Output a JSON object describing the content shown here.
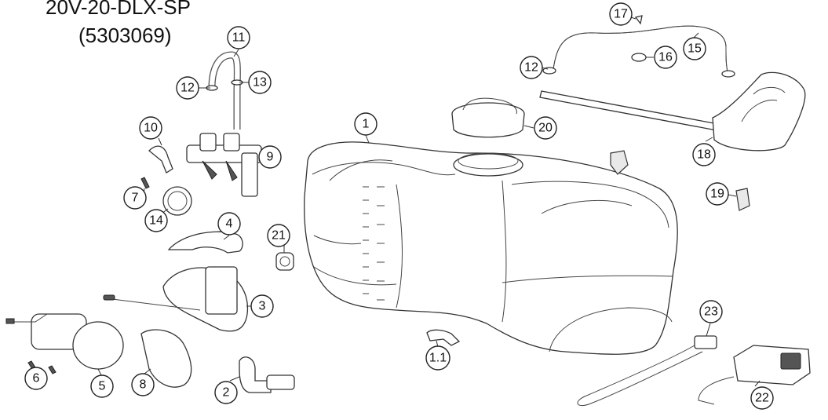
{
  "title": {
    "model": "20V-20-DLX-SP",
    "part_number": "(5303069)"
  },
  "callouts": [
    {
      "id": "c-1",
      "label": "1"
    },
    {
      "id": "c-1-1",
      "label": "1.1"
    },
    {
      "id": "c-2",
      "label": "2"
    },
    {
      "id": "c-3",
      "label": "3"
    },
    {
      "id": "c-4",
      "label": "4"
    },
    {
      "id": "c-5",
      "label": "5"
    },
    {
      "id": "c-6",
      "label": "6"
    },
    {
      "id": "c-7",
      "label": "7"
    },
    {
      "id": "c-8",
      "label": "8"
    },
    {
      "id": "c-9",
      "label": "9"
    },
    {
      "id": "c-10",
      "label": "10"
    },
    {
      "id": "c-11",
      "label": "11"
    },
    {
      "id": "c-12a",
      "label": "12"
    },
    {
      "id": "c-12b",
      "label": "12"
    },
    {
      "id": "c-13",
      "label": "13"
    },
    {
      "id": "c-14",
      "label": "14"
    },
    {
      "id": "c-15",
      "label": "15"
    },
    {
      "id": "c-16",
      "label": "16"
    },
    {
      "id": "c-17",
      "label": "17"
    },
    {
      "id": "c-18",
      "label": "18"
    },
    {
      "id": "c-19",
      "label": "19"
    },
    {
      "id": "c-20",
      "label": "20"
    },
    {
      "id": "c-21",
      "label": "21"
    },
    {
      "id": "c-22",
      "label": "22"
    },
    {
      "id": "c-23",
      "label": "23"
    }
  ]
}
